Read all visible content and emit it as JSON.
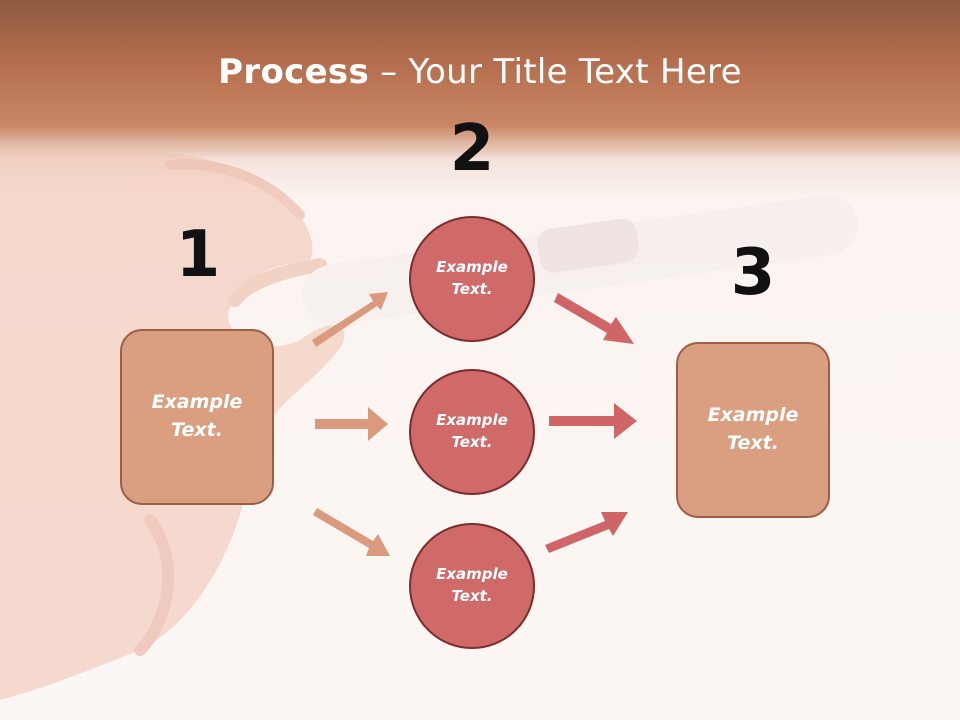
{
  "title": {
    "bold": "Process",
    "rest": " – Your Title Text Here"
  },
  "steps": [
    {
      "number": "1",
      "label": "Example\nText."
    },
    {
      "number": "2",
      "label": "Example\nText."
    },
    {
      "number": "3",
      "label": "Example\nText."
    }
  ],
  "circles": [
    {
      "label": "Example\nText."
    },
    {
      "label": "Example\nText."
    },
    {
      "label": "Example\nText."
    }
  ],
  "colors": {
    "box_fill": "#d99f80",
    "box_border": "#9c5f46",
    "circle_fill": "#d06a69",
    "circle_border": "#7a2d2c",
    "arrow_in": "#d99a7e",
    "arrow_out": "#cf6566"
  }
}
